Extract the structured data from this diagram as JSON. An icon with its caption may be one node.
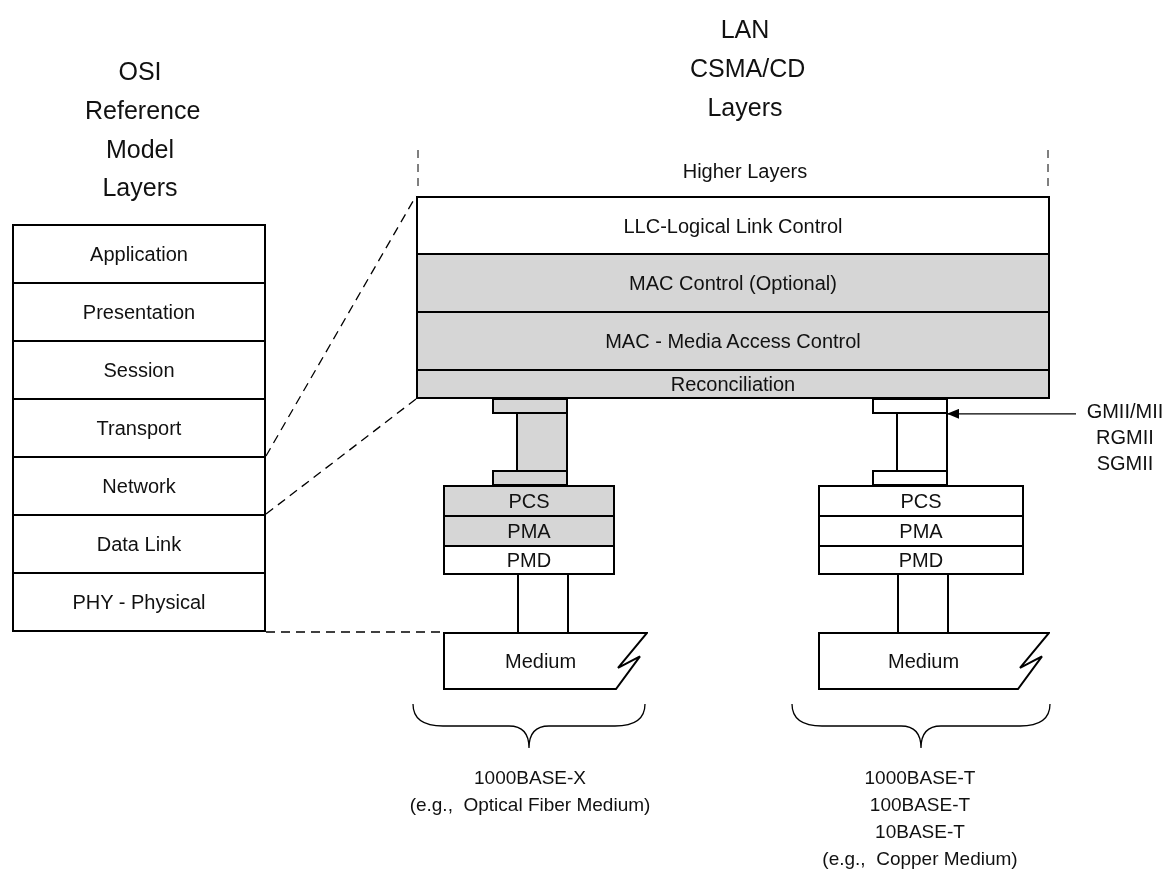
{
  "diagram": {
    "nodes": [
      {
        "text": [
          "Application"
        ]
      },
      {
        "text": [
          "Presentation"
        ]
      },
      {
        "text": [
          "Session"
        ]
      },
      {
        "text": [
          "Transport"
        ]
      },
      {
        "text": [
          "Network"
        ]
      },
      {
        "text": [
          "Data Link"
        ]
      },
      {
        "text": [
          "PHY - Physical"
        ]
      },
      {
        "text": [
          "LLC-Logical Link Control"
        ]
      },
      {
        "text": [
          "MAC Control (Optional)"
        ]
      },
      {
        "text": [
          "MAC - Media Access Control"
        ]
      },
      {
        "text": [
          "Reconciliation"
        ]
      },
      {
        "text": [],
        "shape": "bar"
      },
      {
        "text": [],
        "shape": "bar"
      },
      {
        "text": [
          "GMII/MII RGMII SGMII"
        ]
      },
      {
        "text": [
          "PCS"
        ]
      },
      {
        "text": [
          "PMA"
        ]
      },
      {
        "text": [
          "PMD"
        ]
      },
      {
        "text": [
          "PCS"
        ]
      },
      {
        "text": [
          "PMA"
        ]
      },
      {
        "text": [
          "PMD"
        ]
      },
      {
        "text": [],
        "shape": "bar"
      },
      {
        "text": [],
        "shape": "bar"
      },
      {
        "text": [
          "Medium"
        ]
      },
      {
        "text": [
          "Medium"
        ]
      }
    ],
    "edges": [
      {
        "from": 4,
        "to": 7,
        "arrow": "none",
        "style": "dashed"
      },
      {
        "from": 5,
        "to": 10,
        "arrow": "none",
        "style": "dashed"
      },
      {
        "from": 6,
        "to": 22,
        "arrow": "none",
        "style": "dashed"
      },
      {
        "from": 13,
        "to": 12,
        "arrow": "to"
      }
    ],
    "labels": [
      "LAN CSMA/CD Layers",
      "OSI Reference Model Layers",
      "Higher Layers",
      "1000BASE-X",
      "(e.g.,  Optical Fiber Medium)",
      "1000BASE-T",
      "100BASE-T",
      "10BASE-T",
      "(e.g.,  Copper Medium)"
    ]
  }
}
